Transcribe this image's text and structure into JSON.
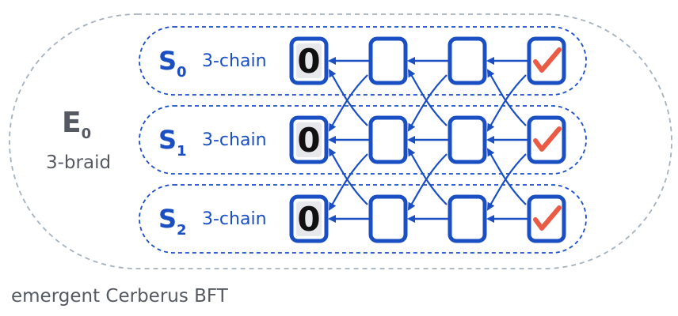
{
  "outer": {
    "name": "E",
    "subscript": "0",
    "label": "3-braid"
  },
  "shards": [
    {
      "name": "S",
      "subscript": "0",
      "label": "3-chain",
      "first_block": "0"
    },
    {
      "name": "S",
      "subscript": "1",
      "label": "3-chain",
      "first_block": "0"
    },
    {
      "name": "S",
      "subscript": "2",
      "label": "3-chain",
      "first_block": "0"
    }
  ],
  "blocks_per_chain": 4,
  "final_block_icon": "checkmark-icon",
  "caption": "emergent Cerberus BFT",
  "colors": {
    "primary": "#1a4fc4",
    "block_fill": "#ffffff",
    "genesis_fill": "#e6e8ec",
    "check": "#ea5a44",
    "outer_border": "#a4b2c0",
    "outer_text": "#555a62",
    "caption": "#555a62"
  }
}
